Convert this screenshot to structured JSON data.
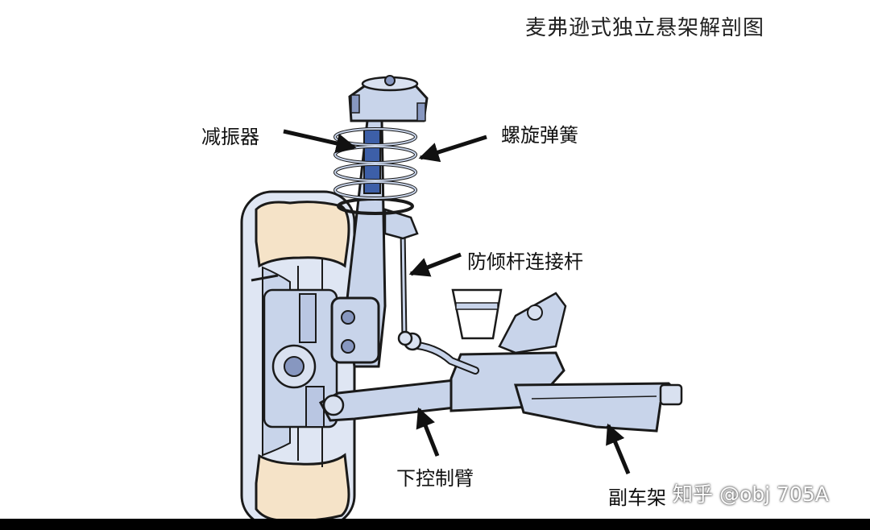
{
  "title": "麦弗逊式独立悬架解剖图",
  "labels": {
    "shock_absorber": "减振器",
    "coil_spring": "螺旋弹簧",
    "stabilizer_link": "防倾杆连接杆",
    "lower_control_arm": "下控制臂",
    "subframe": "副车架"
  },
  "watermark": "知乎 @obj 705A",
  "colors": {
    "steel": "#c8d4ea",
    "steel_dark": "#8797c0",
    "shock_body": "#3d5fa8",
    "tire": "#f5e3c8",
    "outline": "#1a1a1a",
    "arrow": "#111111"
  }
}
